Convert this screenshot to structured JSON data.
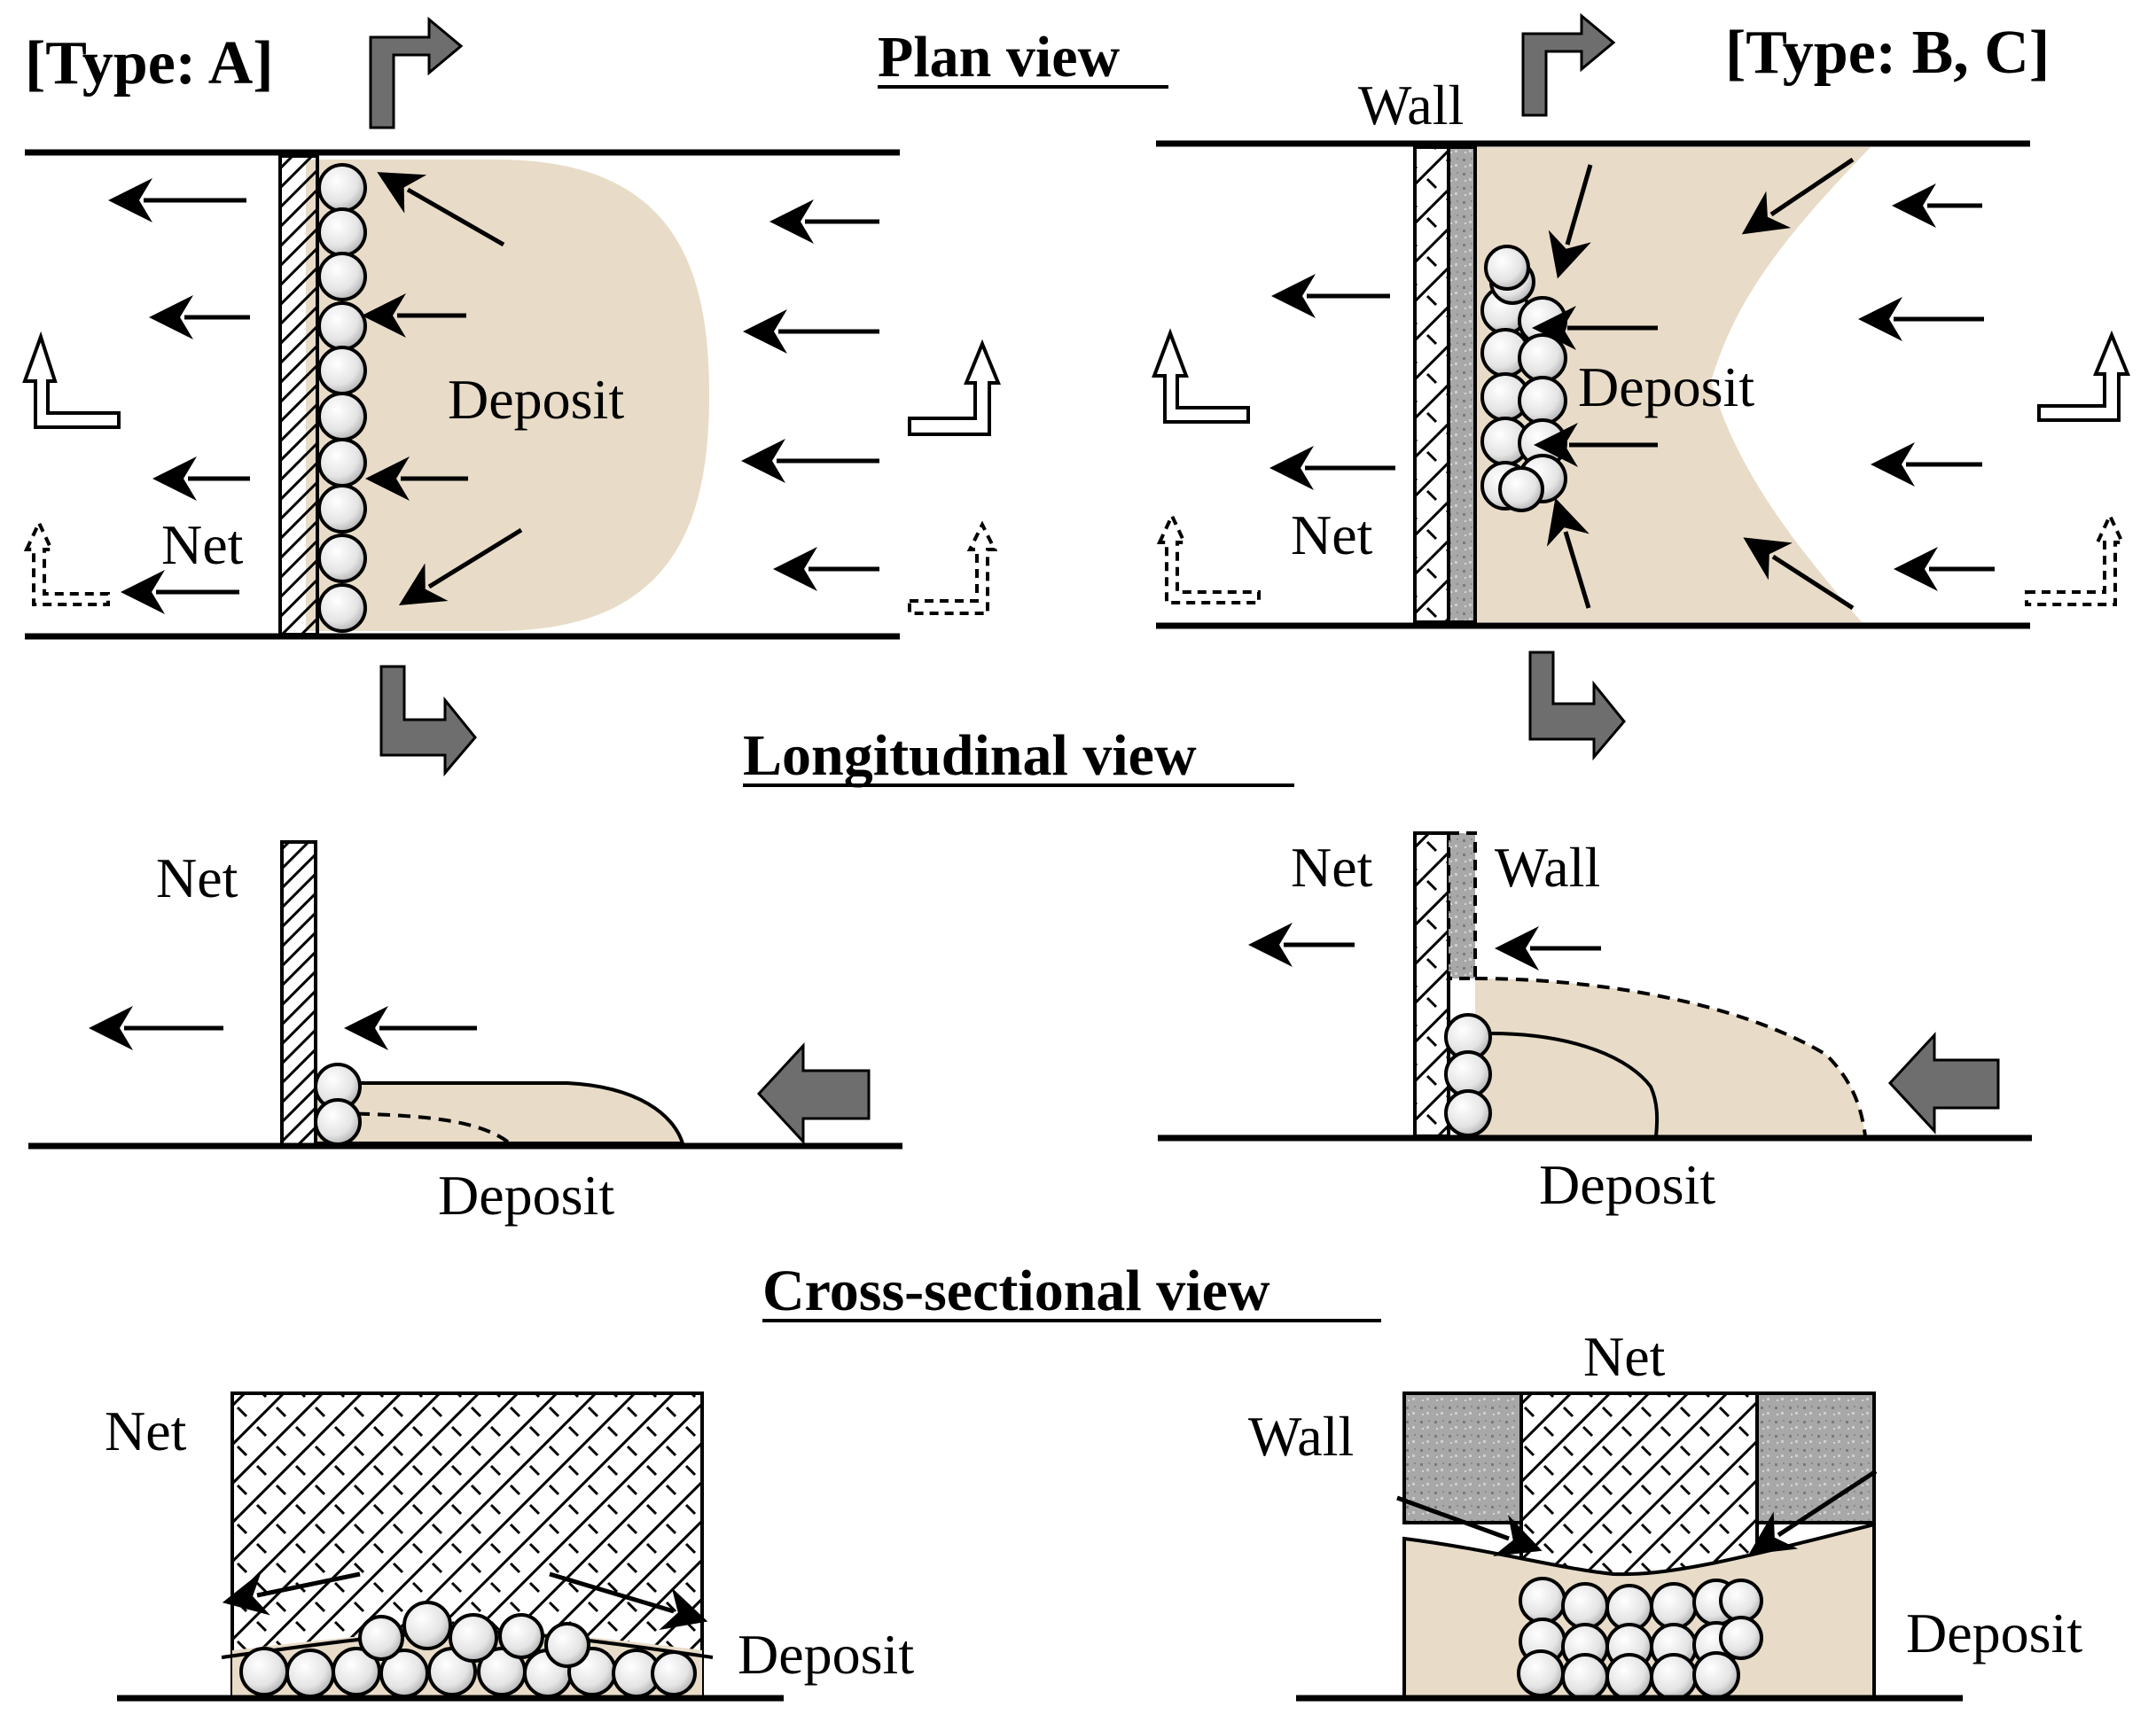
{
  "headers": {
    "type_a": "[Type: A]",
    "type_bc": "[Type: B, C]",
    "plan_view": "Plan view",
    "longitudinal_view": "Longitudinal view",
    "cross_sectional_view": "Cross-sectional view"
  },
  "labels": {
    "net": "Net",
    "wall": "Wall",
    "deposit": "Deposit"
  },
  "colors": {
    "deposit": "#e8dcc8",
    "wall": "#a8a8a8",
    "section_arrow": "#6e6e6e",
    "flow_arrow": "#6e6e6e",
    "line": "#000000"
  }
}
